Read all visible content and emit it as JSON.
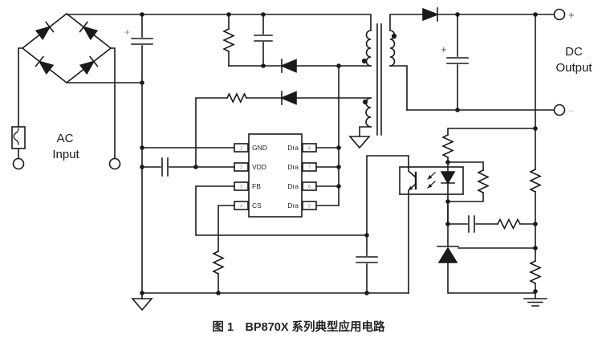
{
  "colors": {
    "line": "#1a1a1a",
    "text": "#1a1a1a",
    "pin_number": "#999999"
  },
  "ac": {
    "line1": "AC",
    "line2": "Input"
  },
  "dc": {
    "line1": "DC",
    "line2": "Output",
    "plus": "+",
    "minus": "−"
  },
  "bulk_cap_plus": "+",
  "output_cap_plus": "+",
  "ic": {
    "left_pins": [
      {
        "num": "1",
        "label": "GND"
      },
      {
        "num": "2",
        "label": "VDD"
      },
      {
        "num": "3",
        "label": "FB"
      },
      {
        "num": "4",
        "label": "CS"
      }
    ],
    "right_pins": [
      {
        "num": "8",
        "label": "Dra"
      },
      {
        "num": "7",
        "label": "Dra"
      },
      {
        "num": "6",
        "label": "Dra"
      },
      {
        "num": "5",
        "label": "Dra"
      }
    ]
  },
  "caption": "图 1　BP870X 系列典型应用电路"
}
